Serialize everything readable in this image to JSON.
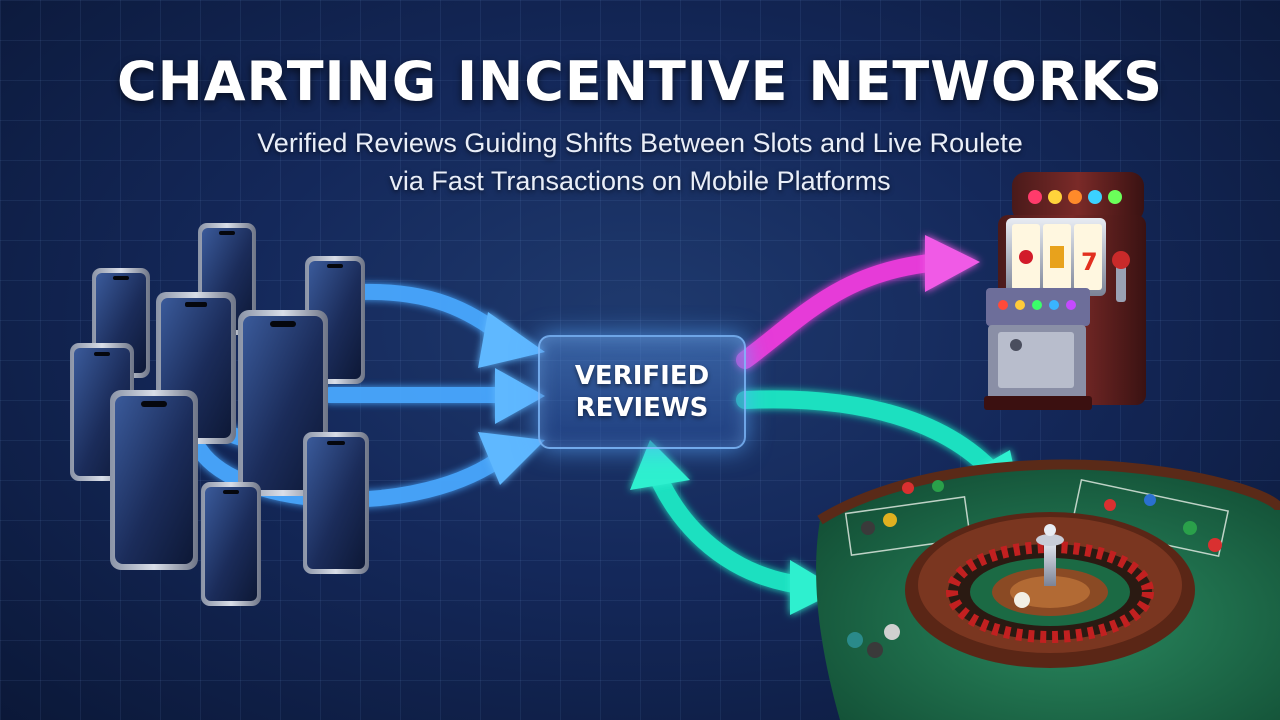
{
  "header": {
    "title": "CHARTING INCENTIVE NETWORKS",
    "subtitle_line1": "Verified Reviews Guiding Shifts Between Slots and Live Roulete",
    "subtitle_line2": "via Fast Transactions on Mobile Platforms"
  },
  "hub": {
    "label_line1": "VERIFIED",
    "label_line2": "REVIEWS"
  },
  "colors": {
    "background": "#14285a",
    "blue_arrow": "#4aa8ff",
    "magenta_arrow": "#e63ad8",
    "teal_arrow": "#1fe0c0",
    "felt": "#1f6b4c",
    "wheel_wood": "#6b2e1a"
  },
  "icons": [
    "smartphone-icon",
    "slot-machine-icon",
    "roulette-table-icon",
    "roulette-wheel-icon"
  ]
}
